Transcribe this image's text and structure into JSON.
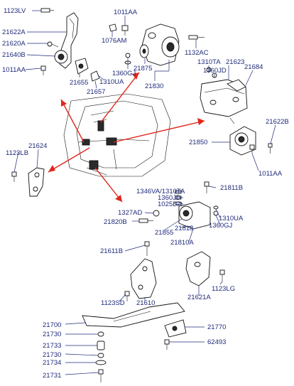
{
  "labels": {
    "p1123LV": "1123LV",
    "p1011AA_top": "1011AA",
    "p1076AM": "1076AM",
    "p21622A": "21622A",
    "p21620A": "21620A",
    "p21640B": "21640B",
    "p1011AA_left": "1011AA",
    "p21655": "21655",
    "p21657": "21657",
    "p1310UA_top": "1310UA",
    "p1360GJ_top": "1360GJ",
    "p21875": "21875",
    "p21830": "21830",
    "p1132AC": "1132AC",
    "p1310TA": "1310TA",
    "p1360JD_top": "1360JD",
    "p21623": "21623",
    "p21684": "21684",
    "p21622B": "21622B",
    "p21850": "21850",
    "p1011AA_right": "1011AA",
    "p21624": "21624",
    "p1123LB": "1123LB",
    "p1346VA": "1346VA/1310TA",
    "p1360JD_mid": "1360JD",
    "p1025DA": "1025DA",
    "p21811B": "21811B",
    "p1327AD": "1327AD",
    "p21820B": "21820B",
    "p21855": "21855",
    "p21818": "21818",
    "p1310UA_mid": "1310UA",
    "p1360GJ_mid": "1360GJ",
    "p21810A": "21810A",
    "p21611B": "21611B",
    "p1123SD": "1123SD",
    "p21610": "21610",
    "p21621A": "21621A",
    "p1123LG": "1123LG",
    "p21700": "21700",
    "p21730a": "21730",
    "p21733": "21733",
    "p21730b": "21730",
    "p21734": "21734",
    "p21731": "21731",
    "p21770": "21770",
    "p62493": "62493"
  },
  "colors": {
    "label_text": "#1f2b7a",
    "pointer_arrow": "#e0261c",
    "part_outline": "#111111"
  }
}
